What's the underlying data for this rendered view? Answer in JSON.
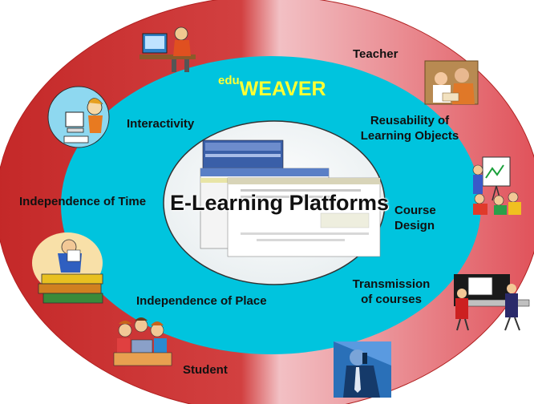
{
  "diagram": {
    "title_prefix": "edu",
    "title_main": "WEAVER",
    "core_label": "E-Learning Platforms",
    "features": {
      "interactivity": "Interactivity",
      "time": "Independence of Time",
      "place": "Independence of Place",
      "reusability_line1": "Reusability of",
      "reusability_line2": "Learning Objects",
      "design_line1": "Course",
      "design_line2": "Design",
      "transmission_line1": "Transmission",
      "transmission_line2": "of courses"
    },
    "roles": {
      "teacher": "Teacher",
      "student": "Student"
    }
  },
  "colors": {
    "outer_ring": "#cc3333",
    "outer_ring_light": "#f0b0b0",
    "inner_ring": "#00c8e0",
    "title": "#ffff33"
  },
  "icons": [
    "person-at-computer-icon",
    "girl-at-computer-icon",
    "teacher-with-student-icon",
    "presenter-with-children-icon",
    "reader-on-books-icon",
    "children-at-laptop-icon",
    "business-meeting-icon",
    "man-on-phone-icon"
  ]
}
